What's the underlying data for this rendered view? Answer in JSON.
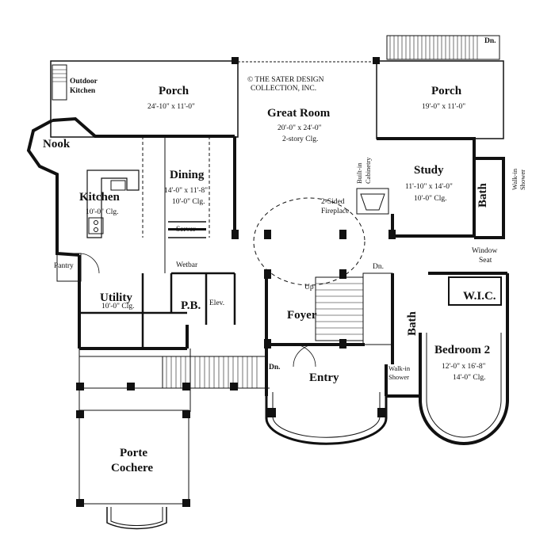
{
  "copyright": {
    "line1": "© THE SATER DESIGN",
    "line2": "COLLECTION, INC."
  },
  "rooms": {
    "outdoor_kitchen": {
      "line1": "Outdoor",
      "line2": "Kitchen"
    },
    "porch_left": {
      "name": "Porch",
      "dims": "24'-10\" x 11'-0\""
    },
    "great_room": {
      "name": "Great Room",
      "dims": "20'-0\" x 24'-0\"",
      "ceiling": "2-story Clg."
    },
    "porch_right": {
      "name": "Porch",
      "dims": "19'-0\" x 11'-0\""
    },
    "nook": {
      "name": "Nook"
    },
    "dining": {
      "name": "Dining",
      "dims": "14'-0\" x 11'-8\"",
      "ceiling": "10'-0\" Clg."
    },
    "kitchen": {
      "name": "Kitchen",
      "ceiling": "10'-0\" Clg."
    },
    "server": {
      "name": "Server"
    },
    "built_in": {
      "line1": "Built-in",
      "line2": "Cabinetry"
    },
    "fireplace": {
      "line1": "2-Sided",
      "line2": "Fireplace"
    },
    "study": {
      "name": "Study",
      "dims": "11'-10\" x 14'-0\"",
      "ceiling": "10'-0\" Clg."
    },
    "study_bath": {
      "name": "Bath"
    },
    "walkin_shower_top": {
      "line1": "Walk-in",
      "line2": "Shower"
    },
    "window_seat": {
      "line1": "Window",
      "line2": "Seat"
    },
    "pantry": {
      "name": "Pantry"
    },
    "wetbar": {
      "name": "Wetbar"
    },
    "utility": {
      "name": "Utility",
      "ceiling": "10'-0\" Clg."
    },
    "pb": {
      "name": "P.B."
    },
    "elev": {
      "name": "Elev."
    },
    "foyer": {
      "name": "Foyer"
    },
    "up": {
      "name": "Up"
    },
    "wic": {
      "name": "W.I.C."
    },
    "bath2": {
      "name": "Bath"
    },
    "bedroom2": {
      "name": "Bedroom 2",
      "dims": "12'-0\" x 16'-8\"",
      "ceiling": "14'-0\" Clg."
    },
    "entry": {
      "name": "Entry"
    },
    "walkin_shower_bottom": {
      "line1": "Walk-in",
      "line2": "Shower"
    },
    "porte_cochere": {
      "line1": "Porte",
      "line2": "Cochere"
    }
  },
  "stair_labels": {
    "dn_top": "Dn.",
    "dn_mid": "Dn.",
    "dn_entry": "Dn."
  }
}
